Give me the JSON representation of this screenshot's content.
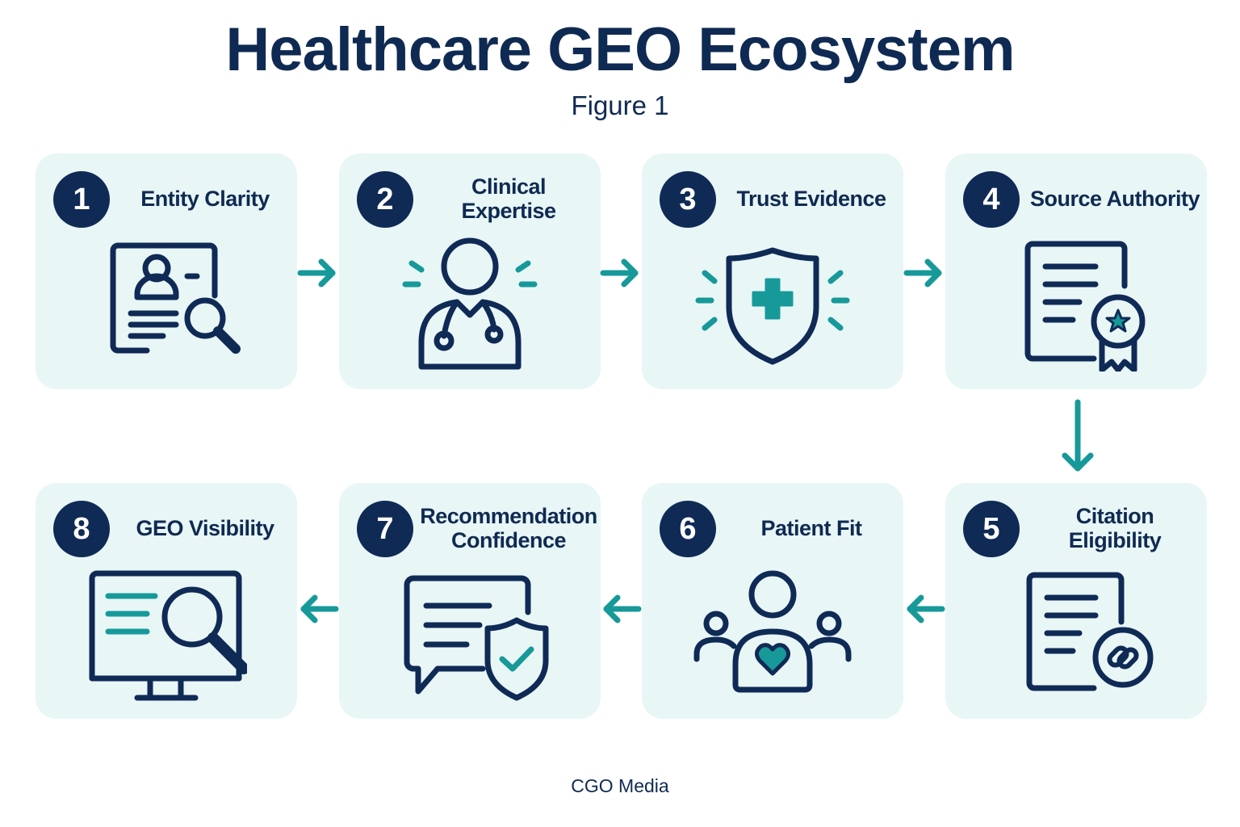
{
  "title": "Healthcare GEO Ecosystem",
  "subtitle": "Figure 1",
  "footer": "CGO Media",
  "colors": {
    "navy": "#102a56",
    "teal": "#17999a",
    "card_bg": "#e8f6f6"
  },
  "steps": [
    {
      "number": "1",
      "label": "Entity Clarity",
      "icon": "profile-search-icon"
    },
    {
      "number": "2",
      "label": "Clinical Expertise",
      "icon": "doctor-stethoscope-icon"
    },
    {
      "number": "3",
      "label": "Trust Evidence",
      "icon": "shield-cross-icon"
    },
    {
      "number": "4",
      "label": "Source Authority",
      "icon": "certificate-badge-icon"
    },
    {
      "number": "5",
      "label": "Citation Eligibility",
      "icon": "document-link-icon"
    },
    {
      "number": "6",
      "label": "Patient Fit",
      "icon": "patient-group-heart-icon"
    },
    {
      "number": "7",
      "label": "Recommendation Confidence",
      "icon": "chat-shield-check-icon"
    },
    {
      "number": "8",
      "label": "GEO Visibility",
      "icon": "monitor-search-icon"
    }
  ]
}
